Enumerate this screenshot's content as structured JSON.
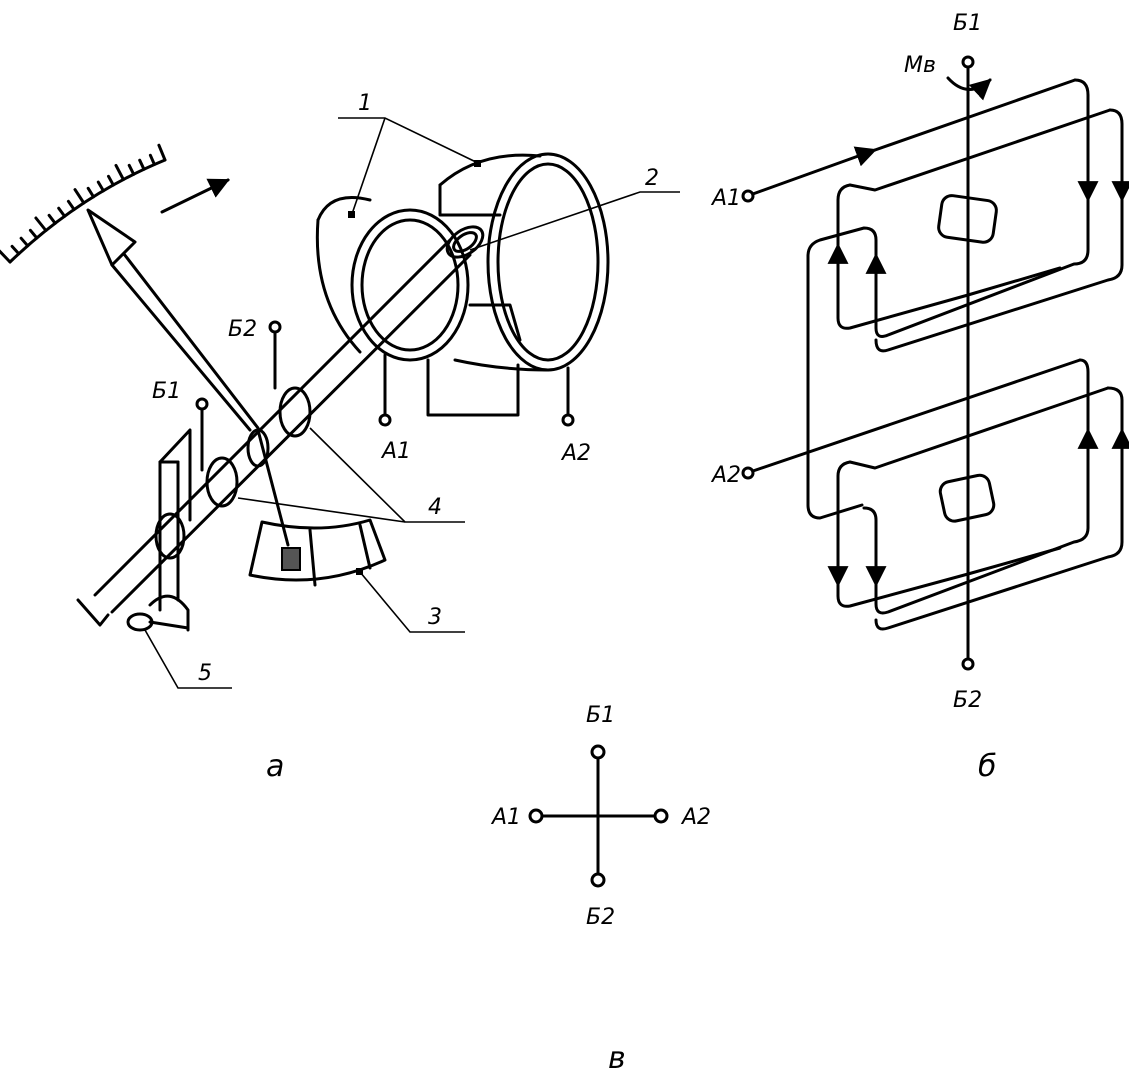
{
  "figure_a": {
    "caption": "а",
    "callouts": [
      "1",
      "2",
      "3",
      "4",
      "5"
    ],
    "terminals": {
      "b1": "Б1",
      "b2": "Б2",
      "a1": "А1",
      "a2": "А2"
    }
  },
  "figure_b": {
    "caption": "б",
    "torque_label": "Мв",
    "terminals": {
      "b1": "Б1",
      "b2": "Б2",
      "a1": "А1",
      "a2": "А2"
    }
  },
  "figure_c": {
    "caption": "в",
    "terminals": {
      "b1": "Б1",
      "b2": "Б2",
      "a1": "А1",
      "a2": "А2"
    }
  }
}
